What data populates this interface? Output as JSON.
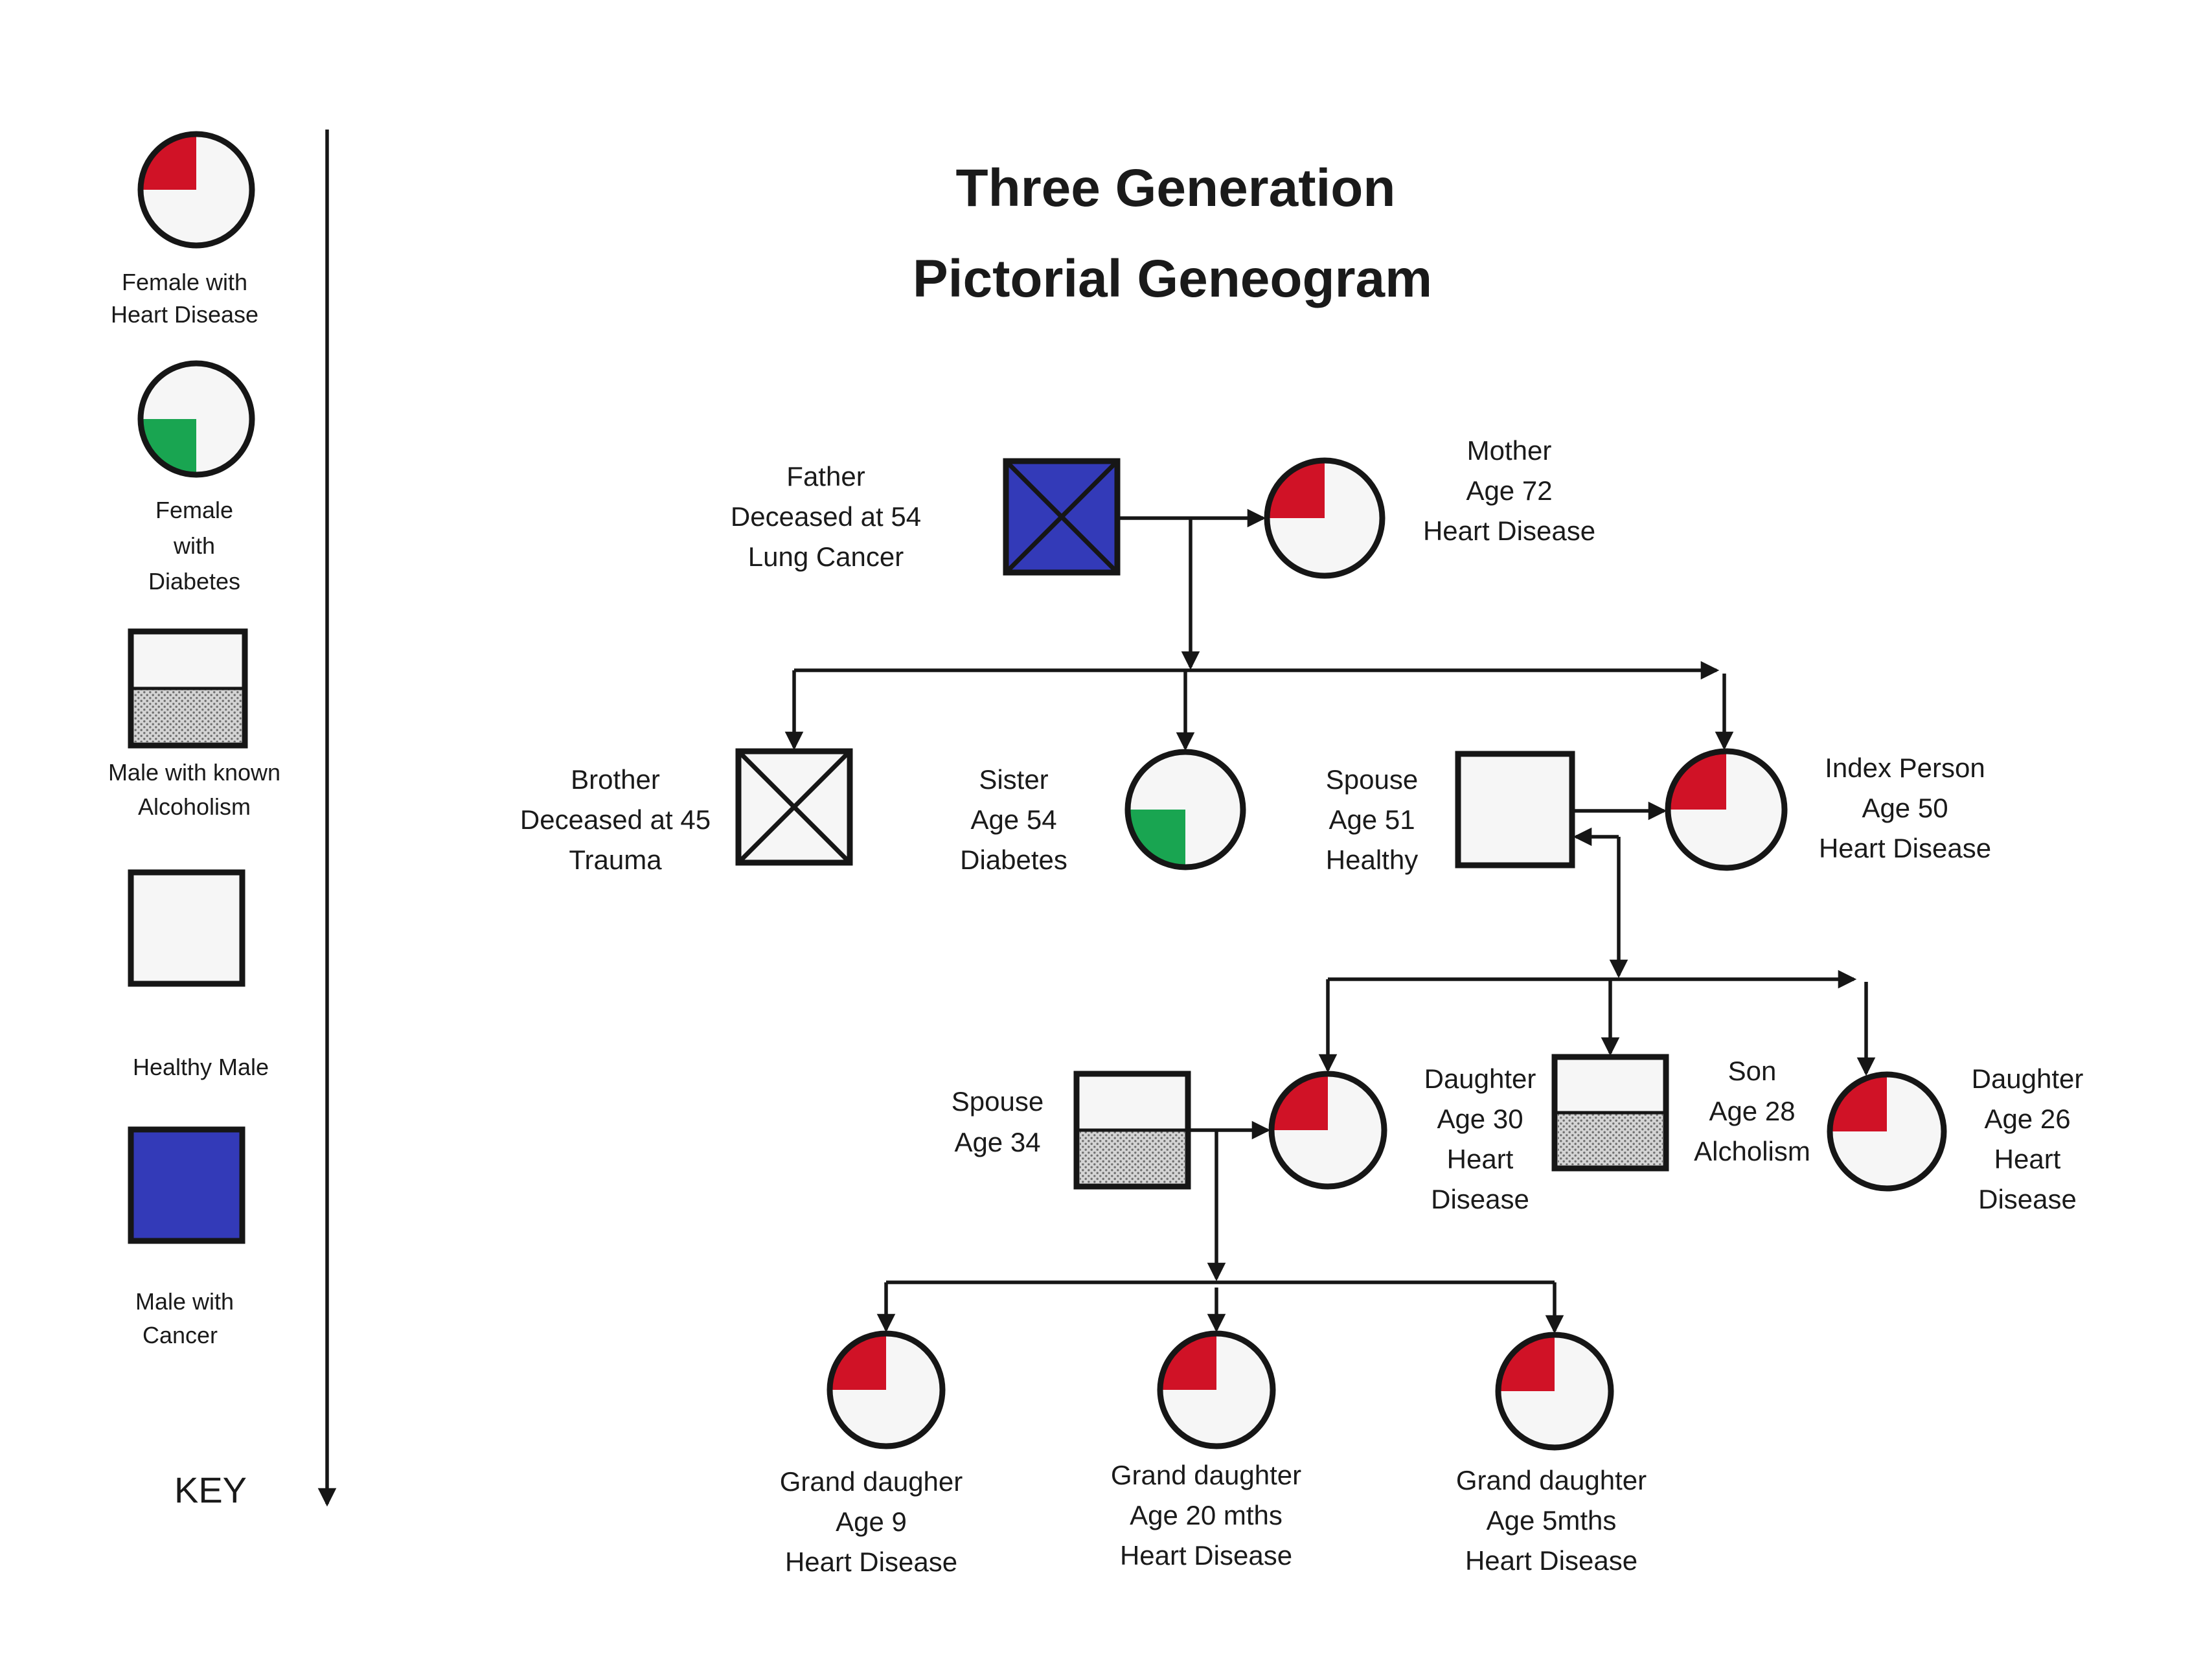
{
  "title": {
    "lines": [
      "Three Generation",
      "Pictorial Geneogram"
    ]
  },
  "key": {
    "heading": "KEY",
    "items": [
      {
        "symbol": "circle-quarter-red-topleft",
        "meaning": "Female with Heart Disease",
        "label_lines": [
          "Female with",
          "Heart Disease"
        ]
      },
      {
        "symbol": "circle-quarter-green-bottomleft",
        "meaning": "Female with Diabetes",
        "label_lines": [
          "Female",
          "with",
          "Diabetes"
        ]
      },
      {
        "symbol": "square-hatched-bottom",
        "meaning": "Male with known Alcoholism",
        "label_lines": [
          "Male with known",
          "Alcoholism"
        ]
      },
      {
        "symbol": "square-plain",
        "meaning": "Healthy Male",
        "label_lines": [
          "Healthy Male"
        ]
      },
      {
        "symbol": "square-blue",
        "meaning": "Male with Cancer",
        "label_lines": [
          "Male with",
          "Cancer"
        ]
      }
    ]
  },
  "people": {
    "father": {
      "symbol": "square-blue-deceased-x",
      "label_lines": [
        "Father",
        "Deceased at 54",
        "Lung Cancer"
      ]
    },
    "mother": {
      "symbol": "circle-quarter-red-topleft",
      "label_lines": [
        "Mother",
        "Age 72",
        "Heart Disease"
      ]
    },
    "brother": {
      "symbol": "square-deceased-x",
      "label_lines": [
        "Brother",
        "Deceased at 45",
        "Trauma"
      ]
    },
    "sister": {
      "symbol": "circle-quarter-green-bottomleft",
      "label_lines": [
        "Sister",
        "Age 54",
        "Diabetes"
      ]
    },
    "spouse_age51": {
      "symbol": "square-plain",
      "label_lines": [
        "Spouse",
        "Age 51",
        "Healthy"
      ]
    },
    "index_person": {
      "symbol": "circle-quarter-red-topleft",
      "label_lines": [
        "Index Person",
        "Age 50",
        "Heart Disease"
      ]
    },
    "spouse_age34": {
      "symbol": "square-hatched-bottom",
      "label_lines": [
        "Spouse",
        "Age 34"
      ]
    },
    "daughter_age30": {
      "symbol": "circle-quarter-red-topleft",
      "label_lines": [
        "Daughter",
        "Age 30",
        "Heart",
        "Disease"
      ]
    },
    "son_age28": {
      "symbol": "square-hatched-bottom",
      "label_lines": [
        "Son",
        "Age 28",
        "Alcholism"
      ]
    },
    "daughter_age26": {
      "symbol": "circle-quarter-red-topleft",
      "label_lines": [
        "Daughter",
        "Age 26",
        "Heart",
        "Disease"
      ]
    },
    "granddaughter_age9": {
      "symbol": "circle-quarter-red-topleft",
      "label_lines": [
        "Grand daugher",
        "Age 9",
        "Heart Disease"
      ]
    },
    "granddaughter_age20mths": {
      "symbol": "circle-quarter-red-topleft",
      "label_lines": [
        "Grand daughter",
        "Age 20 mths",
        "Heart Disease"
      ]
    },
    "granddaughter_age5mths": {
      "symbol": "circle-quarter-red-topleft",
      "label_lines": [
        "Grand daughter",
        "Age 5mths",
        "Heart Disease"
      ]
    }
  },
  "relationships": {
    "couples": [
      [
        "father",
        "mother"
      ],
      [
        "spouse_age51",
        "index_person"
      ],
      [
        "spouse_age34",
        "daughter_age30"
      ]
    ],
    "children": {
      "father+mother": [
        "brother",
        "sister",
        "index_person"
      ],
      "spouse_age51+index_person": [
        "daughter_age30",
        "son_age28",
        "daughter_age26"
      ],
      "spouse_age34+daughter_age30": [
        "granddaughter_age9",
        "granddaughter_age20mths",
        "granddaughter_age5mths"
      ]
    }
  },
  "colors": {
    "heart_disease_red": "#d01226",
    "diabetes_green": "#19a551",
    "cancer_blue": "#333ab8",
    "alcoholism_hatch_base": "#d4d4d4",
    "alcoholism_hatch_dot": "#6f6f6f",
    "line": "#161616"
  }
}
